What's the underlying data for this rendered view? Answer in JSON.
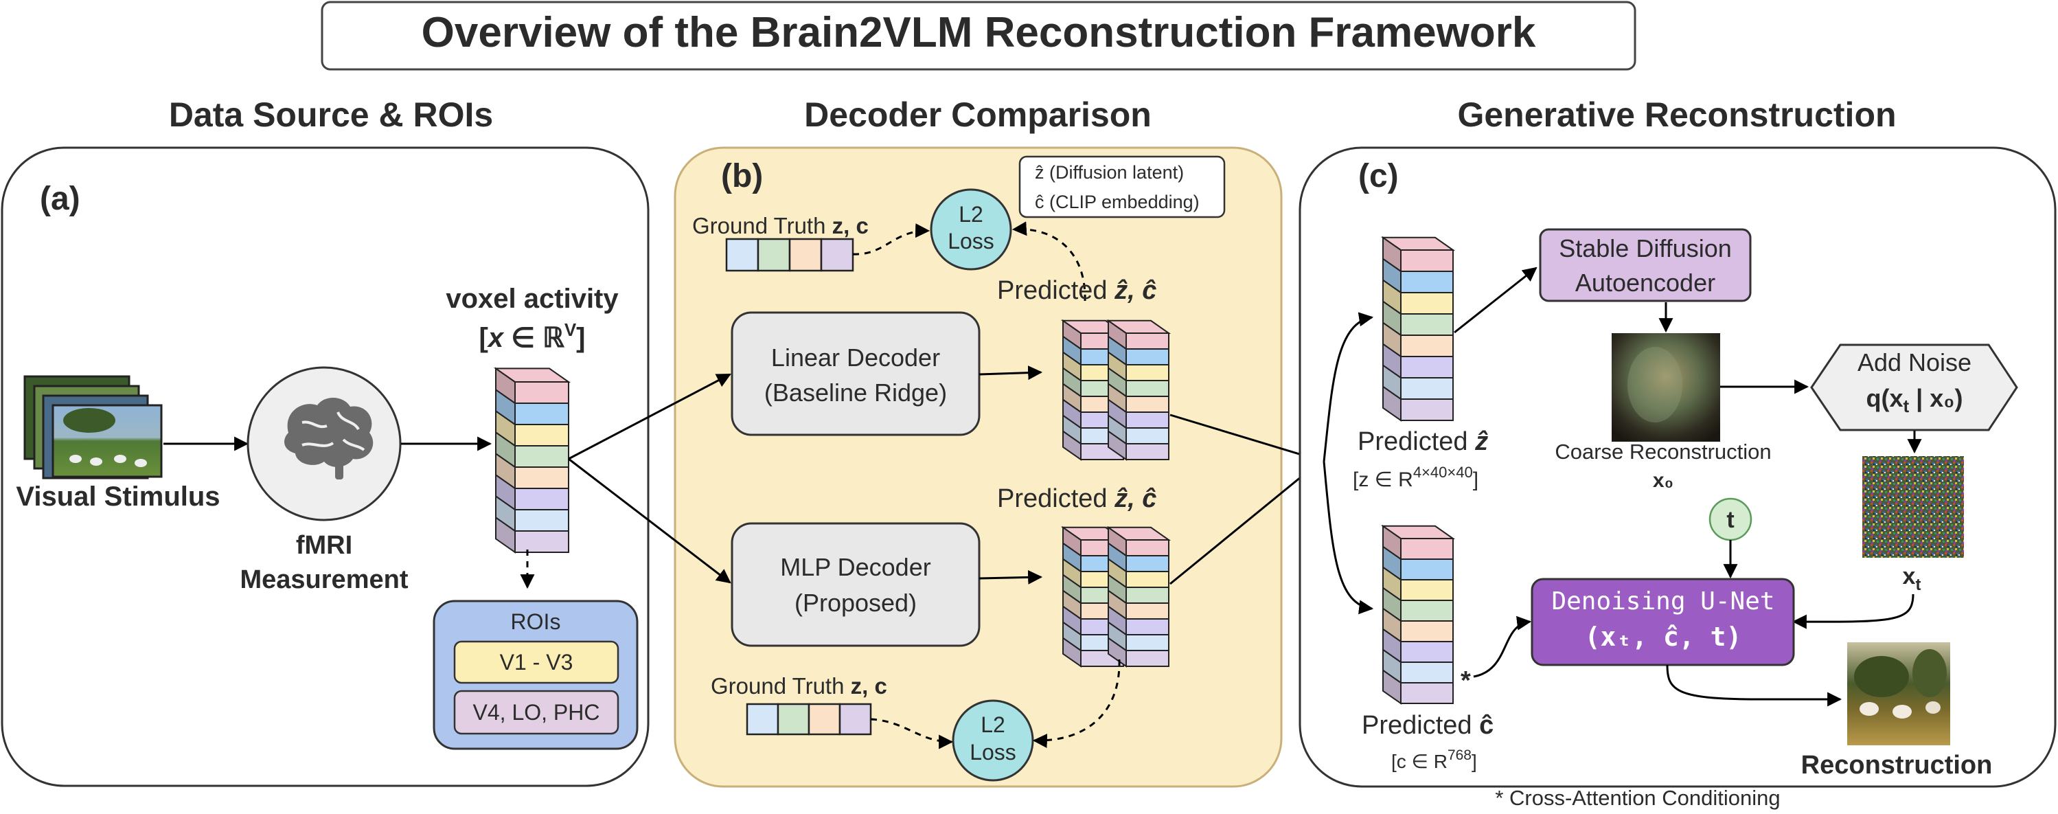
{
  "title": "Overview of the Brain2VLM Reconstruction Framework",
  "sections": {
    "a": {
      "header": "Data Source & ROIs",
      "tag": "(a)"
    },
    "b": {
      "header": "Decoder Comparison",
      "tag": "(b)"
    },
    "c": {
      "header": "Generative Reconstruction",
      "tag": "(c)"
    }
  },
  "panel_a": {
    "stimulus_label": "Visual Stimulus",
    "fmri_label_1": "fMRI",
    "fmri_label_2": "Measurement",
    "voxel_title": "voxel activity",
    "voxel_open": "[",
    "voxel_x": "x",
    "voxel_in": " ∈ ℝ",
    "voxel_sup": "V",
    "voxel_close": "]",
    "rois_title": "ROIs",
    "roi_1": "V1 - V3",
    "roi_2": "V4, LO, PHC"
  },
  "panel_b": {
    "legend_z": "ẑ (Diffusion latent)",
    "legend_c": "ĉ (CLIP embedding)",
    "gt_top_prefix": "Ground Truth ",
    "gt_top_bold": "z, c",
    "gt_bottom_prefix": "Ground Truth ",
    "gt_bottom_bold": "z, c",
    "loss_top_1": "L2",
    "loss_top_2": "Loss",
    "loss_bottom_1": "L2",
    "loss_bottom_2": "Loss",
    "linear_1": "Linear Decoder",
    "linear_2": "(Baseline Ridge)",
    "mlp_1": "MLP Decoder",
    "mlp_2": "(Proposed)",
    "pred_top_prefix": "Predicted ",
    "pred_top_bold": "ẑ, ĉ",
    "pred_bottom_prefix": "Predicted ",
    "pred_bottom_bold": "ẑ, ĉ"
  },
  "panel_c": {
    "pred_z_prefix": "Predicted ",
    "pred_z_sym": "ẑ",
    "pred_z_dim": "[z ∈ R",
    "pred_z_dim_sup": "4×40×40",
    "pred_z_dim_close": "]",
    "pred_c_prefix": "Predicted ",
    "pred_c_sym": "ĉ",
    "pred_c_dim": "[c ∈ R",
    "pred_c_dim_sup": "768",
    "pred_c_dim_close": "]",
    "sd_1": "Stable Diffusion",
    "sd_2": "Autoencoder",
    "coarse_label": "Coarse Reconstruction",
    "coarse_sym": "x₀",
    "noise_1": "Add Noise",
    "noise_2": "q(x",
    "noise_2_sub": "t",
    "noise_2_end": " | x₀)",
    "xt_label": "x",
    "xt_sub": "t",
    "t_label": "t",
    "unet_1": "Denoising U-Net",
    "unet_2": "(xₜ, ĉ, t)",
    "star": "*",
    "recon_label": "Reconstruction",
    "footnote": "* Cross-Attention Conditioning"
  },
  "colors": {
    "stack": [
      "#f2c7cf",
      "#a8d2f5",
      "#fbefb7",
      "#cfe5cb",
      "#fbe1c8",
      "#d4cdf3",
      "#d4e6f8",
      "#ddd0ea"
    ],
    "decoder_bg": "#fbeec7",
    "loss": "#a8e2e4",
    "rois_bg": "#aec6ee",
    "roi_1": "#fcefb6",
    "roi_2": "#e2cfe3",
    "sd": "#d8bfe3",
    "unet": "#9b5cc3",
    "t_node": "#d6ecd0",
    "noise": "#efefef",
    "decoder_box": "#e8e8e8"
  }
}
